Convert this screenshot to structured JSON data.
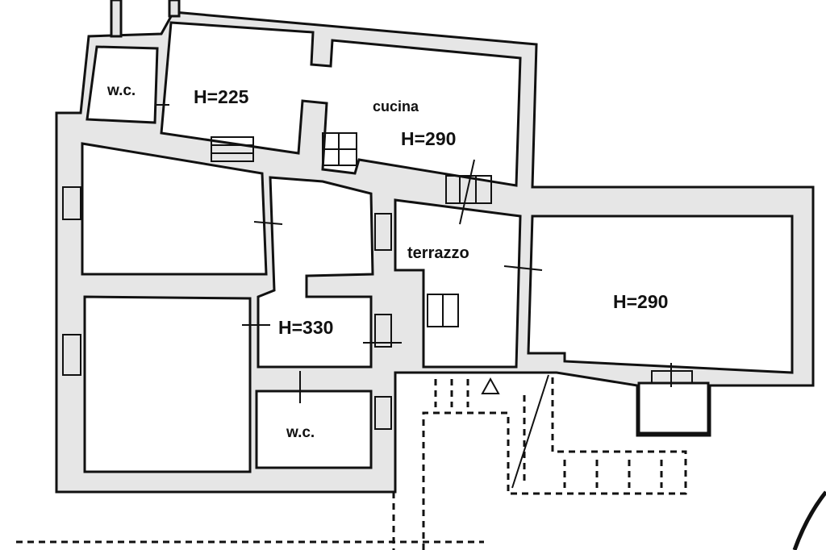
{
  "rooms": {
    "wc_top": "w.c.",
    "room_top_height": "H=225",
    "kitchen": "cucina",
    "kitchen_height": "H=290",
    "terrace": "terrazzo",
    "hall_height": "H=330",
    "wc_bottom": "w.c.",
    "right_room_height": "H=290"
  },
  "colors": {
    "ink": "#111111",
    "wall": "#e6e6e6"
  }
}
